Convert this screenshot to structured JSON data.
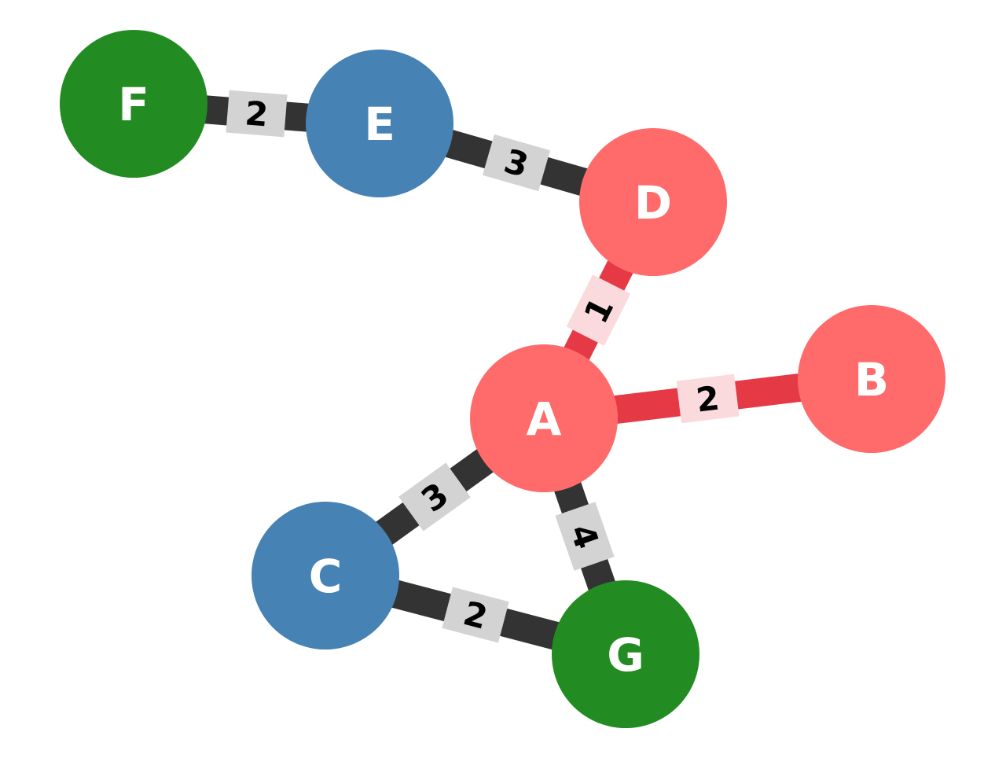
{
  "colors": {
    "red_node": "#ff6b6b",
    "blue_node": "#4682b4",
    "green_node": "#228b22",
    "edge_dark": "#333333",
    "edge_red": "#e63946",
    "label_box_dark": "#d3d3d3",
    "label_box_red": "#fadadd"
  },
  "graph": {
    "nodes": [
      {
        "id": "A",
        "label": "A",
        "group": "red"
      },
      {
        "id": "B",
        "label": "B",
        "group": "red"
      },
      {
        "id": "C",
        "label": "C",
        "group": "blue"
      },
      {
        "id": "D",
        "label": "D",
        "group": "red"
      },
      {
        "id": "E",
        "label": "E",
        "group": "blue"
      },
      {
        "id": "F",
        "label": "F",
        "group": "green"
      },
      {
        "id": "G",
        "label": "G",
        "group": "green"
      }
    ],
    "edges": [
      {
        "source": "F",
        "target": "E",
        "weight": "2",
        "highlight": false
      },
      {
        "source": "E",
        "target": "D",
        "weight": "3",
        "highlight": false
      },
      {
        "source": "D",
        "target": "A",
        "weight": "1",
        "highlight": true
      },
      {
        "source": "A",
        "target": "B",
        "weight": "2",
        "highlight": true
      },
      {
        "source": "A",
        "target": "C",
        "weight": "3",
        "highlight": false
      },
      {
        "source": "A",
        "target": "G",
        "weight": "4",
        "highlight": false
      },
      {
        "source": "C",
        "target": "G",
        "weight": "2",
        "highlight": false
      }
    ]
  }
}
